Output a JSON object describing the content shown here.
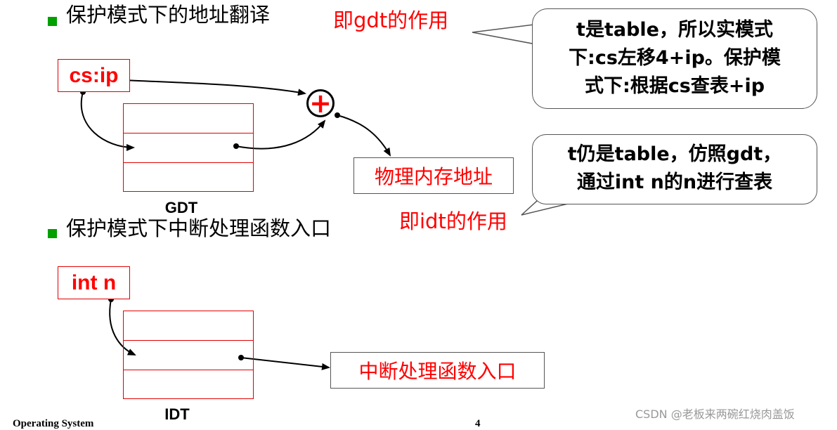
{
  "heading1": "保护模式下的地址翻译",
  "gdt_note": "即gdt的作用",
  "callout1": {
    "line1": "t是table，所以实模式",
    "line2": "下:cs左移4+ip。保护模",
    "line3": "式下:根据cs查表+ip"
  },
  "csip_label": "cs:ip",
  "plus_symbol": "+",
  "physical_label": "物理内存地址",
  "gdt_label": "GDT",
  "callout2": {
    "line1": "t仍是table，仿照gdt，",
    "line2": "通过int n的n进行查表"
  },
  "idt_note": "即idt的作用",
  "heading2": "保护模式下中断处理函数入口",
  "intn_label": "int n",
  "handler_label": "中断处理函数入口",
  "idt_label": "IDT",
  "footer_left": "Operating System",
  "footer_page": "4",
  "watermark": "CSDN @老板来两碗红烧肉盖饭",
  "colors": {
    "accent_red": "#ff0000",
    "bullet_green": "#00a000",
    "table_border": "#e00000"
  }
}
